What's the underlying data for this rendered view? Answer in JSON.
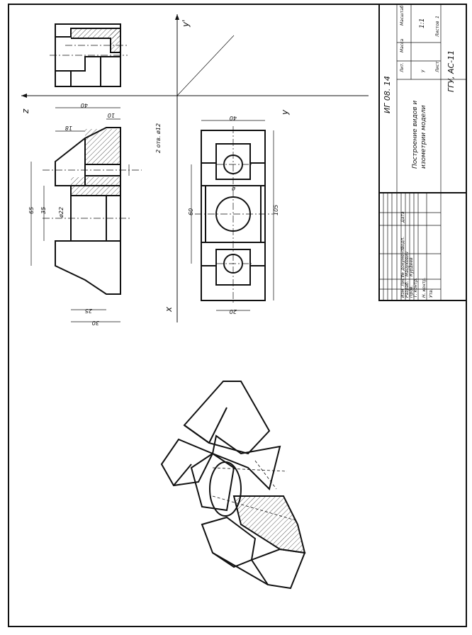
{
  "axes": {
    "y_prime": "y'",
    "y": "y",
    "z": "z",
    "x": "x"
  },
  "dims": {
    "d40_left": "40",
    "d10": "10",
    "d18": "18",
    "holes": "2 отв. ø12",
    "d65": "65",
    "d35": "35",
    "d22": "ø22",
    "d25": "25",
    "d30": "30",
    "d40_top": "40",
    "d60": "60",
    "d105": "105",
    "d20": "20",
    "d_center": "ø"
  },
  "title_block": {
    "code": "ИГ 08. 14",
    "title_line1": "Построение видов и",
    "title_line2": "изометрии модели",
    "org": "ГГУ, АС-11",
    "col_lit": "Лит.",
    "col_mass": "Масса",
    "col_scale": "Масштаб",
    "scale": "1:1",
    "lit_value": "у",
    "sheet_label": "Лист",
    "sheets_label": "Листов",
    "sheets_value": "1",
    "h_izm": "Изм",
    "h_list": "Лист",
    "h_doc": "№ документа",
    "h_sign": "Подп.",
    "h_date": "Дата",
    "r_razrab": "Разраб.",
    "r_prov": "Пров.",
    "r_tkontr": "Т. контр.",
    "r_nkontr": "Н. контр.",
    "r_utv": "Утв.",
    "name_razrab": "Мацукевич",
    "name_prov": "Курдеев"
  }
}
